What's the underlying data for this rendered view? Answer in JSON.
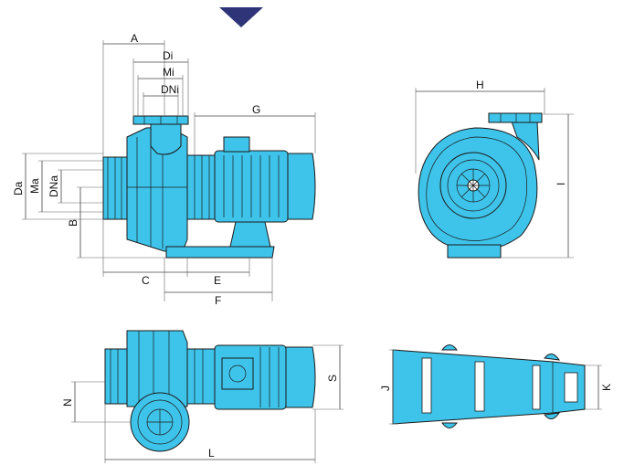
{
  "colors": {
    "pump_body": "#3ec4ea",
    "outline": "#1a1a1a",
    "marker": "#2e3477",
    "dimension_line": "#444444"
  },
  "icons": {
    "top_marker": "down-triangle-icon"
  },
  "labels": {
    "A": "A",
    "Di": "Di",
    "Mi": "Mi",
    "DNi": "DNi",
    "G": "G",
    "Da": "Da",
    "Ma": "Ma",
    "DNa": "DNa",
    "B": "B",
    "C": "C",
    "E": "E",
    "F": "F",
    "H": "H",
    "I": "I",
    "N": "N",
    "S": "S",
    "L": "L",
    "J": "J",
    "K": "K"
  }
}
